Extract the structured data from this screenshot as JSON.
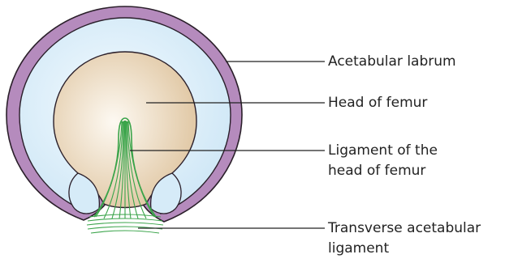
{
  "labels": {
    "acetabular_labrum": "Acetabular labrum",
    "head_of_femur": "Head of femur",
    "ligament_line1": "Ligament of the",
    "ligament_line2": "head of femur",
    "transverse_line1": "Transverse acetabular",
    "transverse_line2": "ligament"
  },
  "colors": {
    "labrum": "#b58bbd",
    "labrum_stroke": "#2a1f2a",
    "cartilage": "#dbeef9",
    "femur_center": "#fbf6ee",
    "femur_edge": "#e2c9a4",
    "ligament": "#3aa44a",
    "leader_line": "#222222"
  }
}
